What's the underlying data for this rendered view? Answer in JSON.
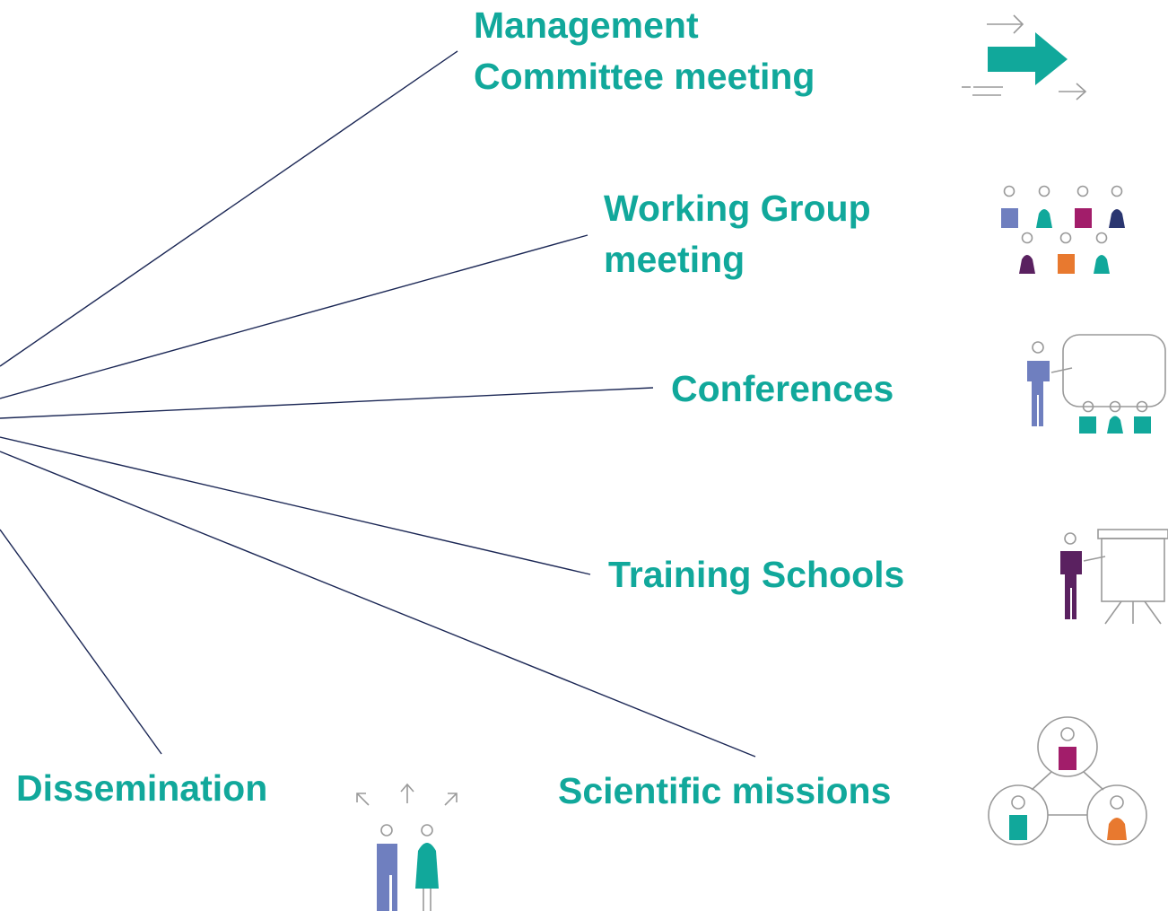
{
  "diagram": {
    "activities": [
      {
        "id": "management",
        "lines": [
          "Management",
          "Committee meeting"
        ],
        "icon": "arrows-forward-icon"
      },
      {
        "id": "working-group",
        "lines": [
          "Working Group",
          "meeting"
        ],
        "icon": "group-people-icon"
      },
      {
        "id": "conferences",
        "lines": [
          "Conferences"
        ],
        "icon": "conference-presenter-icon"
      },
      {
        "id": "training",
        "lines": [
          "Training Schools"
        ],
        "icon": "flipchart-presenter-icon"
      },
      {
        "id": "missions",
        "lines": [
          "Scientific missions"
        ],
        "icon": "network-circles-icon"
      },
      {
        "id": "dissemination",
        "lines": [
          "Dissemination"
        ],
        "icon": "dissemination-people-icon"
      }
    ]
  },
  "colors": {
    "label": "#11A89B",
    "connector": "#1B2755",
    "icon_outline": "#9A9A9A",
    "teal": "#11A89B",
    "periwinkle": "#6F7FBF",
    "magenta": "#A21D6A",
    "navy": "#2A3670",
    "purple": "#5A2160",
    "orange": "#E8792F"
  }
}
